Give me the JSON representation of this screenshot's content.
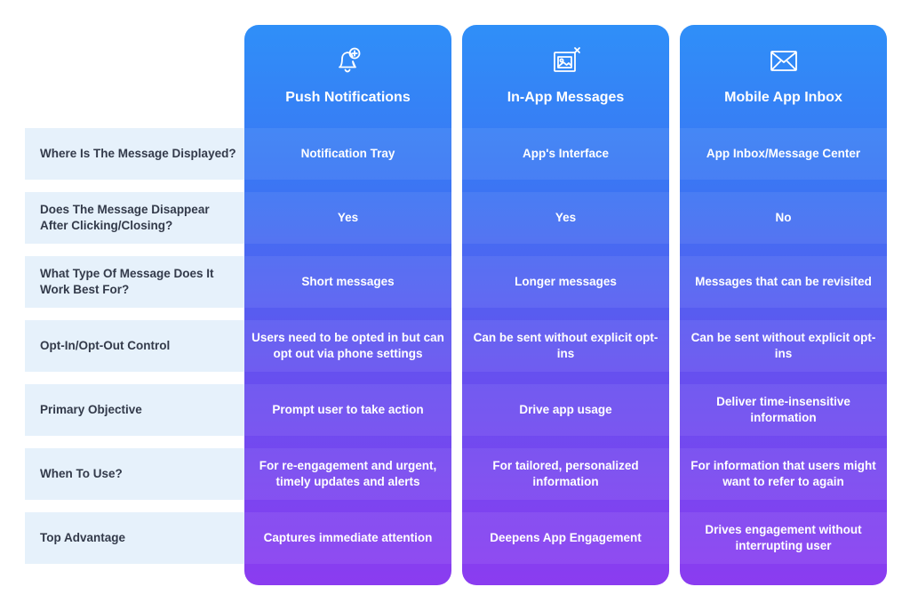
{
  "columns": [
    {
      "title": "Push Notifications",
      "icon": "bell-plus-icon"
    },
    {
      "title": "In-App Messages",
      "icon": "image-close-icon"
    },
    {
      "title": "Mobile App Inbox",
      "icon": "envelope-icon"
    }
  ],
  "rows": [
    {
      "label": "Where Is The Message Displayed?",
      "values": [
        "Notification Tray",
        "App's Interface",
        "App Inbox/Message Center"
      ]
    },
    {
      "label": "Does The Message Disappear After Clicking/Closing?",
      "values": [
        "Yes",
        "Yes",
        "No"
      ]
    },
    {
      "label": "What Type Of Message Does It Work Best For?",
      "values": [
        "Short messages",
        "Longer messages",
        "Messages that can be revisited"
      ]
    },
    {
      "label": "Opt-In/Opt-Out Control",
      "values": [
        "Users need to be opted in but can opt out via phone settings",
        "Can be sent without explicit opt-ins",
        "Can be sent without explicit opt-ins"
      ]
    },
    {
      "label": "Primary Objective",
      "values": [
        "Prompt user to take action",
        "Drive app usage",
        "Deliver time-insensitive information"
      ]
    },
    {
      "label": "When To Use?",
      "values": [
        "For re-engagement and urgent, timely updates and alerts",
        "For tailored, personalized information",
        "For information that users might want to refer to again"
      ]
    },
    {
      "label": "Top Advantage",
      "values": [
        "Captures immediate attention",
        "Deepens App Engagement",
        "Drives engagement without interrupting user"
      ]
    }
  ],
  "colors": {
    "gradient_top": "#2f8ff8",
    "gradient_bottom": "#8b3cf0",
    "label_bg": "#e6f1fb",
    "label_text": "#333a4a"
  }
}
